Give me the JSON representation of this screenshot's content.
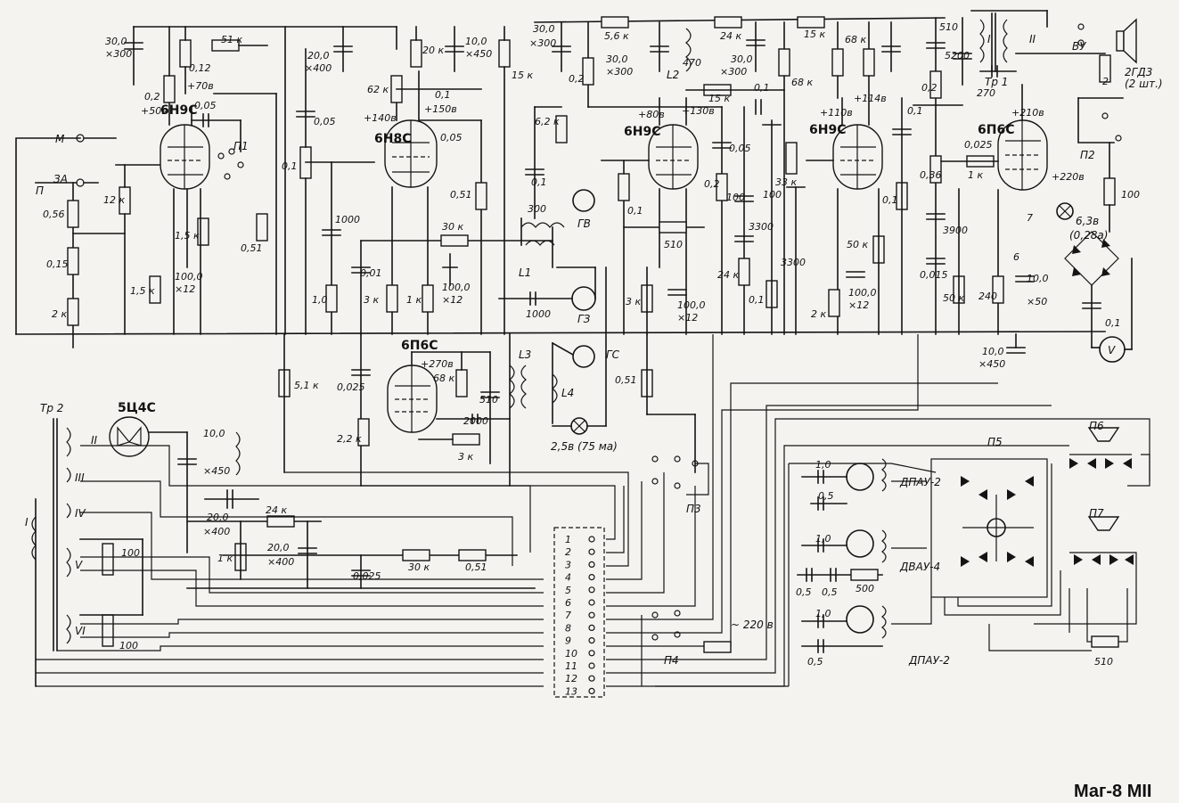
{
  "caption": "Маг-8 МII",
  "tubes": [
    "6Н9С",
    "6Н8С",
    "6Н9С",
    "6Н9С",
    "6П6С",
    "6П6С",
    "5Ц4С"
  ],
  "connectors": [
    "М",
    "ЗА",
    "П"
  ],
  "switches": [
    "П1",
    "П2",
    "П3",
    "П4",
    "П5",
    "П6",
    "П7"
  ],
  "heads": [
    "ГВ",
    "ГЗ",
    "ГС"
  ],
  "coils": [
    "L1",
    "L2",
    "L3",
    "L4"
  ],
  "transformers": [
    "Тр 1",
    "Тр 2",
    "I",
    "II"
  ],
  "motors": [
    "ДПАУ-2",
    "ДВАУ-4",
    "ДПАУ-2"
  ],
  "speaker": "2ГД3",
  "speaker_note": "(2 шт.)",
  "vu": "ВУ",
  "mains": "~ 220 в",
  "lamp_label": "2,5в (75 ма)",
  "pilot_lamp": "6,3в",
  "pilot_lamp_current": "(0,28а)",
  "meter": "V",
  "tr2_windings": [
    "I",
    "II",
    "III",
    "IV",
    "V",
    "VI"
  ],
  "terminal_numbers": [
    "1",
    "2",
    "3",
    "4",
    "5",
    "6",
    "7",
    "8",
    "9",
    "10",
    "11",
    "12",
    "13"
  ],
  "labels": {
    "r51k": "51 к",
    "c300": "30,0",
    "c300v": "×300",
    "c20": "20,0",
    "c20v": "×400",
    "r012": "0,12",
    "v70": "+70в",
    "r02a": "0,2",
    "v50": "+50в",
    "c005a": "0,05",
    "r12k": "12 к",
    "r056": "0,56",
    "r015": "0,15",
    "r2k": "2 к",
    "r15k": "1,5 к",
    "r15kb": "1,5 к",
    "c100": "100,0",
    "c100v": "×12",
    "r051a": "0,51",
    "c005b": "0,05",
    "r01a": "0,1",
    "c1000a": "1000",
    "r10a": "1,0",
    "r51kb": "5,1 к",
    "c0025a": "0,025",
    "r22k": "2,2 к",
    "r62k": "62 к",
    "v140": "+140в",
    "r20k": "20 к",
    "c10a": "10,0",
    "c10av": "×450",
    "r15kc": "15 к",
    "c01b": "0,1",
    "v150": "+150в",
    "c005c": "0,05",
    "r051b": "0,51",
    "r30k": "30 к",
    "c001": "0,01",
    "r3k": "3 к",
    "r1k": "1 к",
    "c100b": "100,0",
    "c100bv": "×12",
    "c300b": "300",
    "c1000b": "1000",
    "r62kb": "6,2 к",
    "c01c": "0,1",
    "v270": "+270в",
    "r68k": "68 к",
    "c510": "510",
    "c2000": "2000",
    "r3kb": "3 к",
    "c30b": "30,0",
    "c30bv": "×300",
    "r56k": "5,6 к",
    "c30c": "30,0",
    "c30cv": "×300",
    "r470": "470",
    "r24k": "24 к",
    "c30d": "30,0",
    "c30dv": "×300",
    "r15kd": "15 к",
    "c01d": "0,1",
    "r02b": "0,2",
    "v80": "+80в",
    "v130": "+130в",
    "c005d": "0,05",
    "r01b": "0,1",
    "r510": "510",
    "r02c": "0,2",
    "c100c": "100",
    "c3300a": "3300",
    "r24kb": "24 к",
    "r01c": "0,1",
    "r3kc": "3 к",
    "c100d": "100,0",
    "c100dv": "×12",
    "r051c": "0,51",
    "r15ke": "15 к",
    "r68kb": "68 к",
    "c100e": "100",
    "r68kc": "68 к",
    "r33k": "33 к",
    "c3300b": "3300",
    "v110": "+110в",
    "v114": "+114в",
    "r01d": "0,1",
    "r01e": "0,1",
    "r50k": "50 к",
    "c100f": "100,0",
    "c100fv": "×12",
    "r2kb": "2 к",
    "c510b": "510",
    "c5200": "5200",
    "r02d": "0,2",
    "c270": "270",
    "r036": "0,36",
    "c0015": "0,015",
    "r50kb": "50 к",
    "c3900": "3900",
    "v210": "+210в",
    "c0025b": "0,025",
    "r1kb": "1 к",
    "c10b": "10,0",
    "c10bv": "×50",
    "r240": "240",
    "r100": "100",
    "v220": "+220в",
    "c01e": "0,1",
    "c10c": "10,0",
    "c10cv": "×450",
    "c10d": "10,0",
    "c10dv": "×450",
    "c20b": "20,0",
    "c20bv": "×400",
    "r24kc": "24 к",
    "c20c": "20,0",
    "c20cv": "×400",
    "r1kc": "1 к",
    "c0025c": "0,025",
    "r30kb": "30 к",
    "r051d": "0,51",
    "r100a": "100",
    "r100b": "100",
    "r510b": "510",
    "c10e": "1,0",
    "c05a": "0,5",
    "c10f": "1,0",
    "c05b": "0,5",
    "c05c": "0,5",
    "r500": "500",
    "c10g": "1,0",
    "c05d": "0,5",
    "n2": "2",
    "n6": "6",
    "n7": "7"
  }
}
